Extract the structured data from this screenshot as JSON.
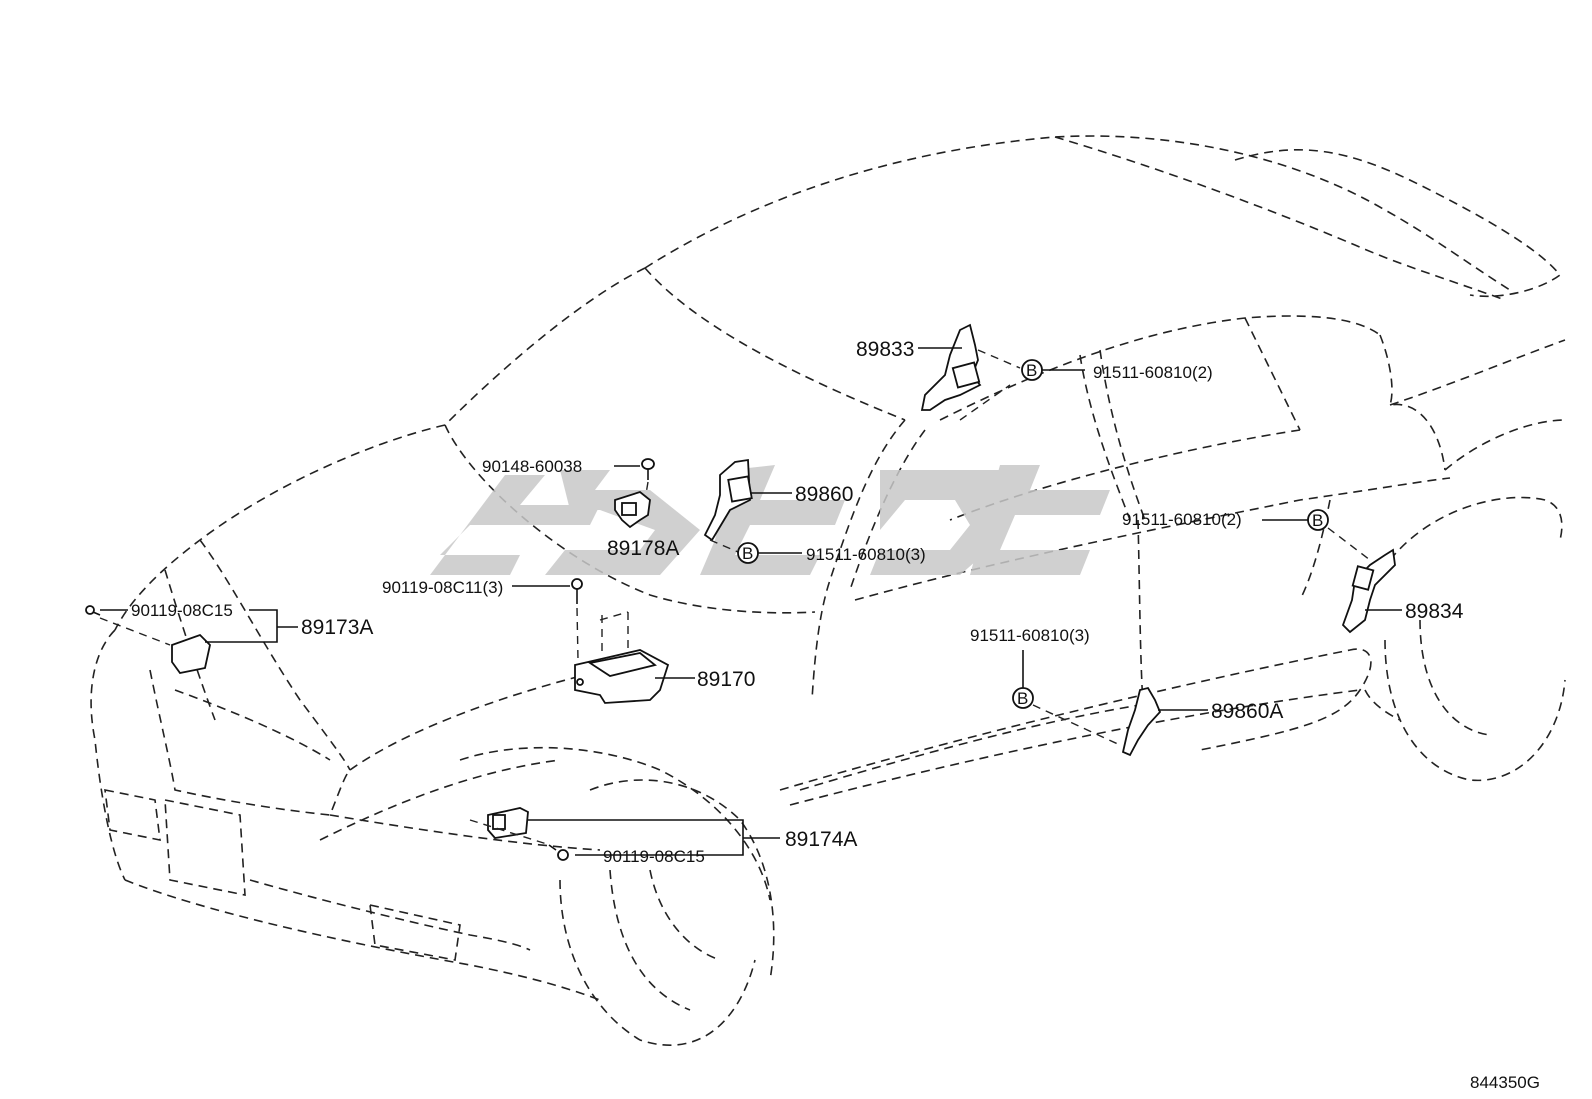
{
  "labels": {
    "p89833": "89833",
    "p91511_top": "91511-60810(2)",
    "p90148": "90148-60038",
    "p89860": "89860",
    "p89178A": "89178A",
    "p91511_mid": "91511-60810(3)",
    "p90119_08C11": "90119-08C11(3)",
    "p90119_08C15_left": "90119-08C15",
    "p89173A": "89173A",
    "p89170": "89170",
    "p91511_right": "91511-60810(2)",
    "p89834": "89834",
    "p91511_lower": "91511-60810(3)",
    "p89860A": "89860A",
    "p89174A": "89174A",
    "p90119_08C15_bottom": "90119-08C15",
    "bolt_mark": "B",
    "figure_code": "844350G"
  },
  "colors": {
    "line": "#111111",
    "watermark": "#c8c8c8"
  }
}
